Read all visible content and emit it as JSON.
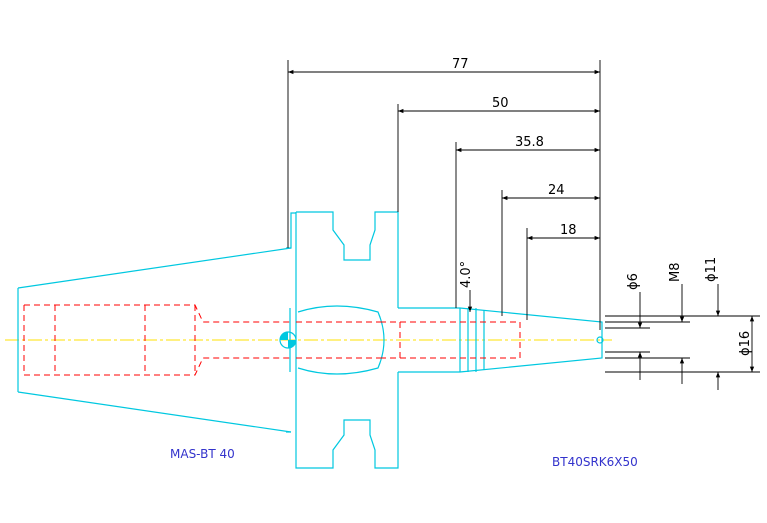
{
  "drawing": {
    "dimensions": {
      "d77": "77",
      "d50": "50",
      "d35_8": "35.8",
      "d24": "24",
      "d18": "18",
      "angle": "4.0°",
      "dia6": "ϕ6",
      "m8": "M8",
      "dia11": "ϕ11",
      "dia16": "ϕ16"
    },
    "labels": {
      "holder": "MAS-BT 40",
      "model": "BT40SRK6X50"
    },
    "colors": {
      "outline": "#00c8e0",
      "hidden": "#ff0000",
      "dimension": "#000000",
      "centerline": "#ffe000",
      "label": "#3333cc"
    }
  }
}
